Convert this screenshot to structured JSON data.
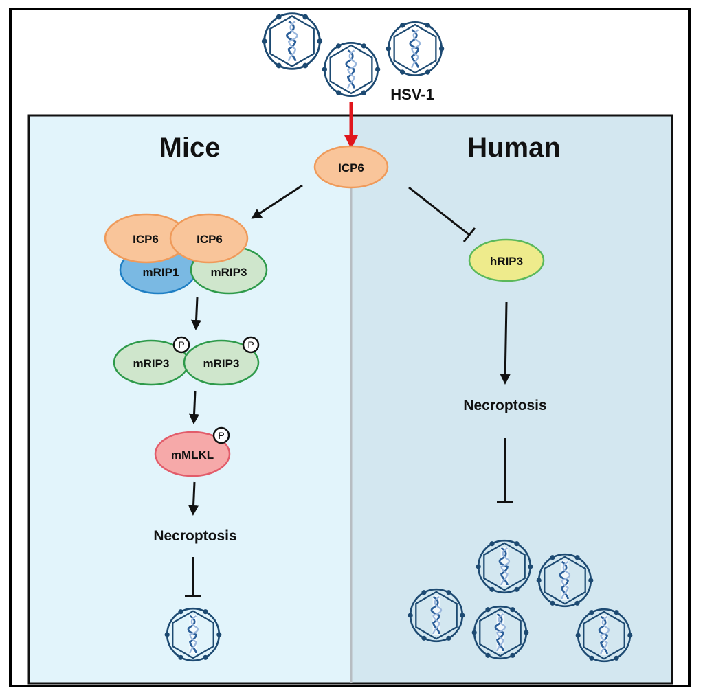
{
  "virus_label": "HSV-1",
  "panels": {
    "mice": {
      "title": "Mice",
      "color": "#e2f4fb"
    },
    "human": {
      "title": "Human",
      "color": "#d3e7f0"
    }
  },
  "nodes": {
    "icp6_top": "ICP6",
    "complex": {
      "icp6_a": "ICP6",
      "icp6_b": "ICP6",
      "mrip1": "mRIP1",
      "mrip3": "mRIP3"
    },
    "dimer": {
      "a": "mRIP3",
      "b": "mRIP3"
    },
    "mmlkl": "mMLKL",
    "hrip3": "hRIP3"
  },
  "outcomes": {
    "mice": "Necroptosis",
    "human": "Necroptosis"
  },
  "phospho_label": "P",
  "colors": {
    "icp6_fill": "#f9c59a",
    "icp6_stroke": "#ef9a5a",
    "mrip1_fill": "#7ab9e3",
    "mrip1_stroke": "#1f7fc4",
    "mrip3_fill": "#cfe6cc",
    "mrip3_stroke": "#2e9a4a",
    "mmlkl_fill": "#f6a9a9",
    "mmlkl_stroke": "#e25c6a",
    "hrip3_fill": "#eeeb8c",
    "hrip3_stroke": "#5bb85b",
    "virus": "#1d4a72",
    "arrow_red": "#e0161c"
  }
}
